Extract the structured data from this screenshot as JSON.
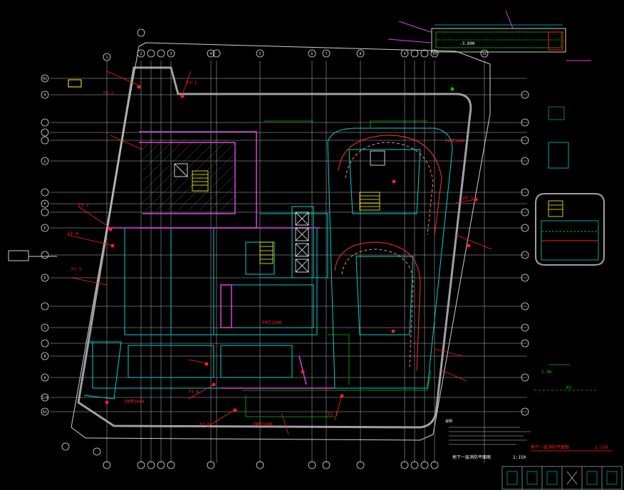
{
  "drawing": {
    "title": "地下一层消防平面图",
    "scale": "1:150",
    "note_header": "说明",
    "grid_left": [
      "H1",
      "H",
      "G",
      "F",
      "E",
      "D",
      "C",
      "B",
      "A",
      "1/A",
      "A1"
    ],
    "grid_top": [
      "1",
      "2",
      "3",
      "4",
      "5",
      "6",
      "7",
      "8",
      "9",
      "10",
      "11"
    ],
    "labels": {
      "fm1": "FM甲1000",
      "fm2": "FM乙1500",
      "fm3": "FM甲1000",
      "fm4": "FM甲1000",
      "fy1": "FY-1",
      "fy2": "FY-2",
      "fy3": "FY-3",
      "fy4": "FY-4",
      "fy5": "FY-5",
      "fy6": "FY-6",
      "fy7": "FY-7",
      "fy8": "FY-8",
      "hy1": "HY-1",
      "sec_label": "-3.800",
      "right_lbl1": "2.4m",
      "right_lbl2": "B1"
    }
  },
  "colors": {
    "background": "#000000",
    "wall": "#a0a0a0",
    "cyan": "#00d0d0",
    "green": "#00c000",
    "red": "#ff2020",
    "magenta": "#e040e0",
    "yellow": "#ffff00",
    "white": "#ffffff"
  }
}
